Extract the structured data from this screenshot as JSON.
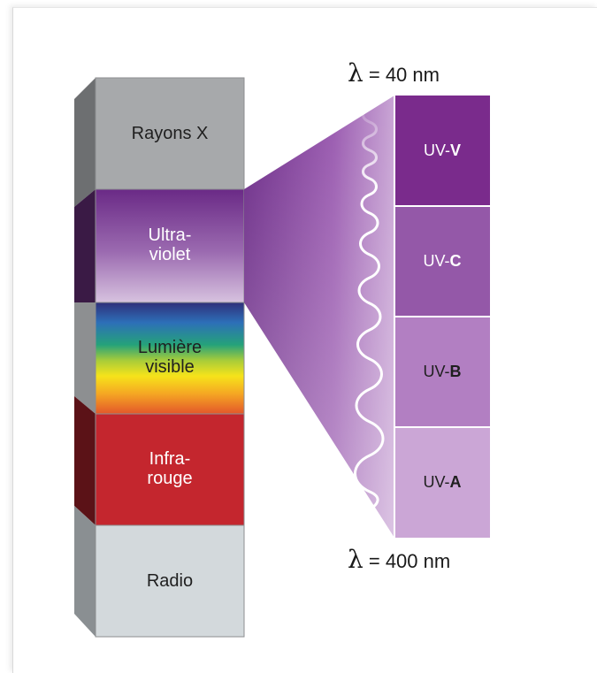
{
  "spectrum": {
    "bands": [
      {
        "id": "xray",
        "label_lines": [
          "Rayons X"
        ],
        "color": "#a7a9ab",
        "text_color": "#1f1f1f"
      },
      {
        "id": "uv",
        "label_lines": [
          "Ultra-",
          "violet"
        ],
        "color": "#7b3f98",
        "text_color": "#ffffff"
      },
      {
        "id": "visible",
        "label_lines": [
          "Lumière",
          "visible"
        ],
        "color": "#f4e312",
        "text_color": "#1f1f1f"
      },
      {
        "id": "ir",
        "label_lines": [
          "Infra-",
          "rouge"
        ],
        "color": "#c4262e",
        "text_color": "#ffffff"
      },
      {
        "id": "radio",
        "label_lines": [
          "Radio"
        ],
        "color": "#d3d9dc",
        "text_color": "#1f1f1f"
      }
    ]
  },
  "uv_detail": {
    "top_wavelength": {
      "symbol": "λ",
      "text": " = 40 nm"
    },
    "bottom_wavelength": {
      "symbol": "λ",
      "text": " = 400 nm"
    },
    "segments": [
      {
        "prefix": "UV-",
        "letter": "V",
        "color": "#7a2b8c",
        "text_color": "#ffffff"
      },
      {
        "prefix": "UV-",
        "letter": "C",
        "color": "#9458a8",
        "text_color": "#ffffff"
      },
      {
        "prefix": "UV-",
        "letter": "B",
        "color": "#b27fc2",
        "text_color": "#1f1f1f"
      },
      {
        "prefix": "UV-",
        "letter": "A",
        "color": "#cba6d6",
        "text_color": "#1f1f1f"
      }
    ]
  }
}
